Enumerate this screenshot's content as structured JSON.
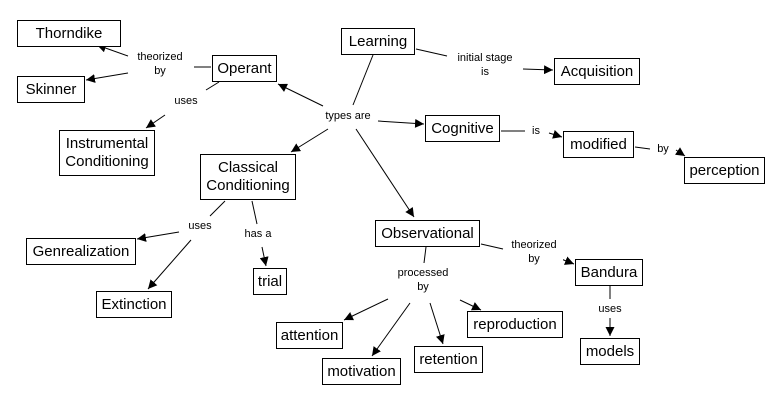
{
  "colors": {
    "line": "#000000",
    "box_border": "#000000",
    "background": "#ffffff"
  },
  "nodes": {
    "thorndike": "Thorndike",
    "skinner": "Skinner",
    "operant": "Operant",
    "instrumental": "Instrumental\nConditioning",
    "learning": "Learning",
    "acquisition": "Acquisition",
    "cognitive": "Cognitive",
    "modified": "modified",
    "perception": "perception",
    "classical": "Classical\nConditioning",
    "genrealization": "Genrealization",
    "extinction": "Extinction",
    "trial": "trial",
    "observational": "Observational",
    "bandura": "Bandura",
    "models": "models",
    "attention": "attention",
    "motivation": "motivation",
    "retention": "retention",
    "reproduction": "reproduction"
  },
  "links": {
    "theorized_by_1": "theorized\nby",
    "uses_1": "uses",
    "initial_stage_is": "initial stage\nis",
    "types_are": "types are",
    "is": "is",
    "by": "by",
    "uses_2": "uses",
    "has_a": "has a",
    "processed_by": "processed\nby",
    "theorized_by_2": "theorized\nby",
    "uses_3": "uses"
  },
  "edges": [
    {
      "from": "operant",
      "via": "theorized_by_1",
      "to": [
        "thorndike",
        "skinner"
      ]
    },
    {
      "from": "operant",
      "via": "uses_1",
      "to": [
        "instrumental"
      ]
    },
    {
      "from": "learning",
      "via": "initial_stage_is",
      "to": [
        "acquisition"
      ]
    },
    {
      "from": "learning",
      "via": "types_are",
      "to": [
        "operant",
        "cognitive",
        "classical",
        "observational"
      ]
    },
    {
      "from": "cognitive",
      "via": "is",
      "to": [
        "modified"
      ]
    },
    {
      "from": "modified",
      "via": "by",
      "to": [
        "perception"
      ]
    },
    {
      "from": "classical",
      "via": "uses_2",
      "to": [
        "genrealization",
        "extinction"
      ]
    },
    {
      "from": "classical",
      "via": "has_a",
      "to": [
        "trial"
      ]
    },
    {
      "from": "observational",
      "via": "processed_by",
      "to": [
        "attention",
        "motivation",
        "retention",
        "reproduction"
      ]
    },
    {
      "from": "observational",
      "via": "theorized_by_2",
      "to": [
        "bandura"
      ]
    },
    {
      "from": "bandura",
      "via": "uses_3",
      "to": [
        "models"
      ]
    }
  ]
}
